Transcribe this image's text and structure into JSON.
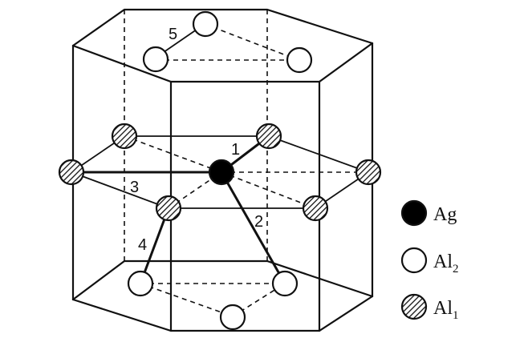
{
  "bond_labels": {
    "l1": "1",
    "l2": "2",
    "l3": "3",
    "l4": "4",
    "l5": "5"
  },
  "legend": {
    "ag": {
      "label": "Ag",
      "fill": "solid-black"
    },
    "al2": {
      "label": "Al",
      "subscript": "2",
      "fill": "white"
    },
    "al1": {
      "label": "Al",
      "subscript": "1",
      "fill": "hatched"
    }
  },
  "colors": {
    "line": "#111111",
    "background": "#ffffff"
  }
}
